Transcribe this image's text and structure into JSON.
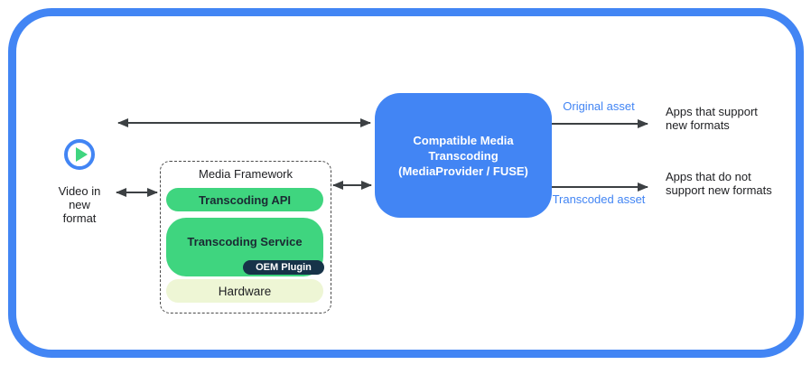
{
  "source": {
    "icon": "play-icon",
    "label": "Video in\nnew\nformat"
  },
  "media_framework": {
    "title": "Media Framework",
    "api_label": "Transcoding API",
    "service_label": "Transcoding Service",
    "oem_label": "OEM Plugin",
    "hardware_label": "Hardware"
  },
  "transcoder": {
    "title": "Compatible Media\nTranscoding\n(MediaProvider / FUSE)"
  },
  "labels": {
    "original_asset": "Original asset",
    "transcoded_asset": "Transcoded asset",
    "apps_support": "Apps that support\nnew formats",
    "apps_no_support": "Apps that do not\nsupport new formats"
  },
  "colors": {
    "accent_blue": "#4285f4",
    "green": "#3fd57f",
    "navy": "#173349",
    "hardware_fill": "#eef6d5",
    "arrow": "#3c4043"
  }
}
